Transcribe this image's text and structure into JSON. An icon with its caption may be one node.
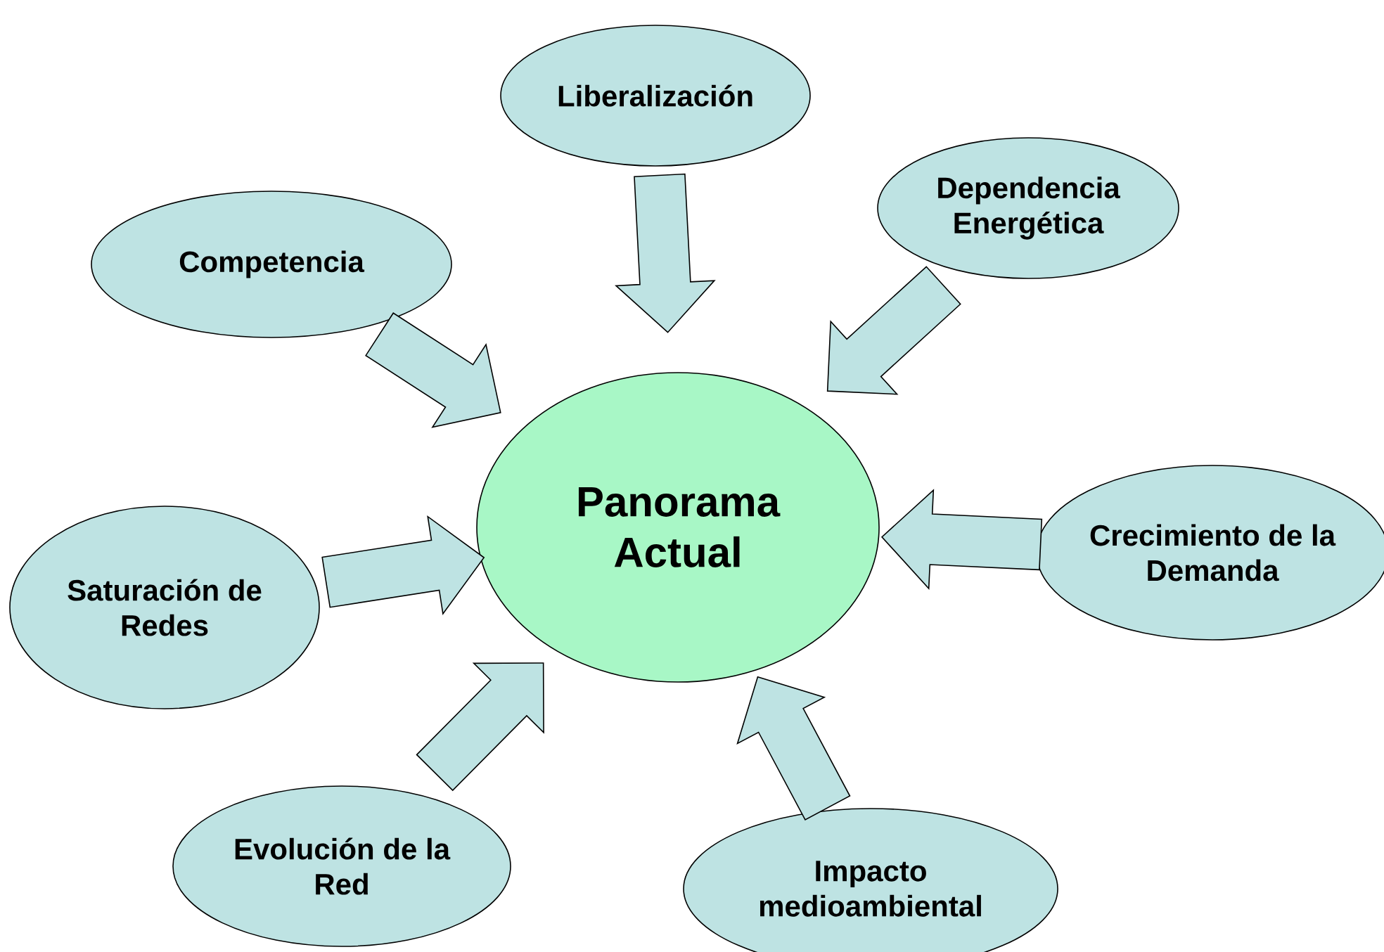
{
  "diagram": {
    "nodes": [
      {
        "text": [
          "Liberalización"
        ]
      },
      {
        "text": [
          "Dependencia Energética"
        ]
      },
      {
        "text": [
          "Competencia"
        ]
      },
      {
        "text": [
          "Panorama Actual"
        ]
      },
      {
        "text": [
          "Saturación de Redes"
        ]
      },
      {
        "text": [
          "Crecimiento de la Demanda"
        ]
      },
      {
        "text": [
          "Evolución de la Red"
        ]
      },
      {
        "text": [
          "Impacto medioambiental"
        ]
      }
    ],
    "edges": [
      {
        "from": 0,
        "to": 3,
        "arrow": "to"
      },
      {
        "from": 1,
        "to": 3,
        "arrow": "to"
      },
      {
        "from": 2,
        "to": 3,
        "arrow": "to"
      },
      {
        "from": 4,
        "to": 3,
        "arrow": "to"
      },
      {
        "from": 5,
        "to": 3,
        "arrow": "to"
      },
      {
        "from": 6,
        "to": 3,
        "arrow": "to"
      },
      {
        "from": 7,
        "to": 3,
        "arrow": "to"
      }
    ]
  }
}
